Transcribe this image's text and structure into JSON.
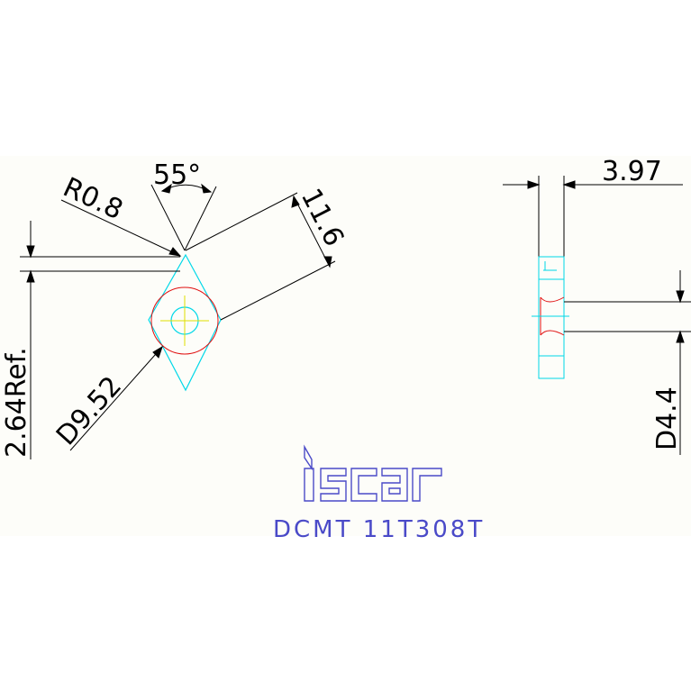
{
  "dimensions": {
    "angle": "55°",
    "radius": "R0.8",
    "edge_length": "11.6",
    "ref_height": "2.64Ref.",
    "inscribed_diameter": "D9.52",
    "thickness": "3.97",
    "hole_diameter": "D4.4"
  },
  "logo": {
    "text": "iscar"
  },
  "part": {
    "designation": "DCMT 11T308T"
  },
  "colors": {
    "background": "#ffffff",
    "panel": "#fdfdf9",
    "line": "#000000",
    "outline": "#00d8e8",
    "hole": "#e01010",
    "center": "#e0e000",
    "brand": "#4a4ac8"
  }
}
